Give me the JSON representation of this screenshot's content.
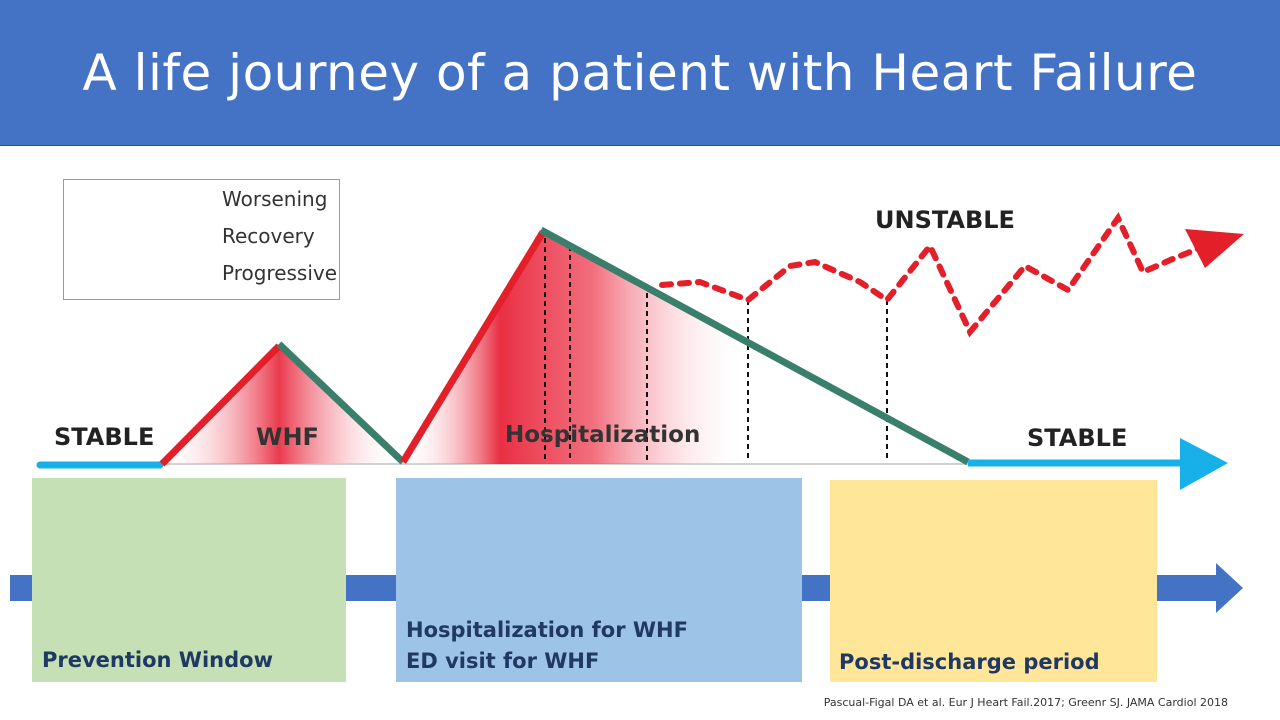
{
  "title": "A life journey of a patient with Heart Failure",
  "legend": {
    "worsening": "Worsening",
    "recovery": "Recovery",
    "progressive": "Progressive"
  },
  "diagram_labels": {
    "stable_left": "STABLE",
    "stable_right": "STABLE",
    "unstable": "UNSTABLE",
    "whf": "WHF",
    "hospitalization": "Hospitalization"
  },
  "boxes": {
    "prevention": "Prevention Window",
    "hosp_line1": "Hospitalization for WHF",
    "hosp_line2": "ED visit for WHF",
    "post_discharge": "Post-discharge period"
  },
  "citation": "Pascual-Figal DA et al. Eur J Heart Fail.2017; Greenr SJ. JAMA Cardiol 2018",
  "colors": {
    "title_bar": "#4472c4",
    "worsening": "#e3202a",
    "recovery": "#3a7f6b",
    "stable": "#17b0e8",
    "timeline_arrow": "#4472c4",
    "prevention_box": "#c5e0b4",
    "hospitalization_box": "#9dc3e6",
    "post_discharge_box": "#ffe699",
    "box_text": "#1f3864"
  }
}
